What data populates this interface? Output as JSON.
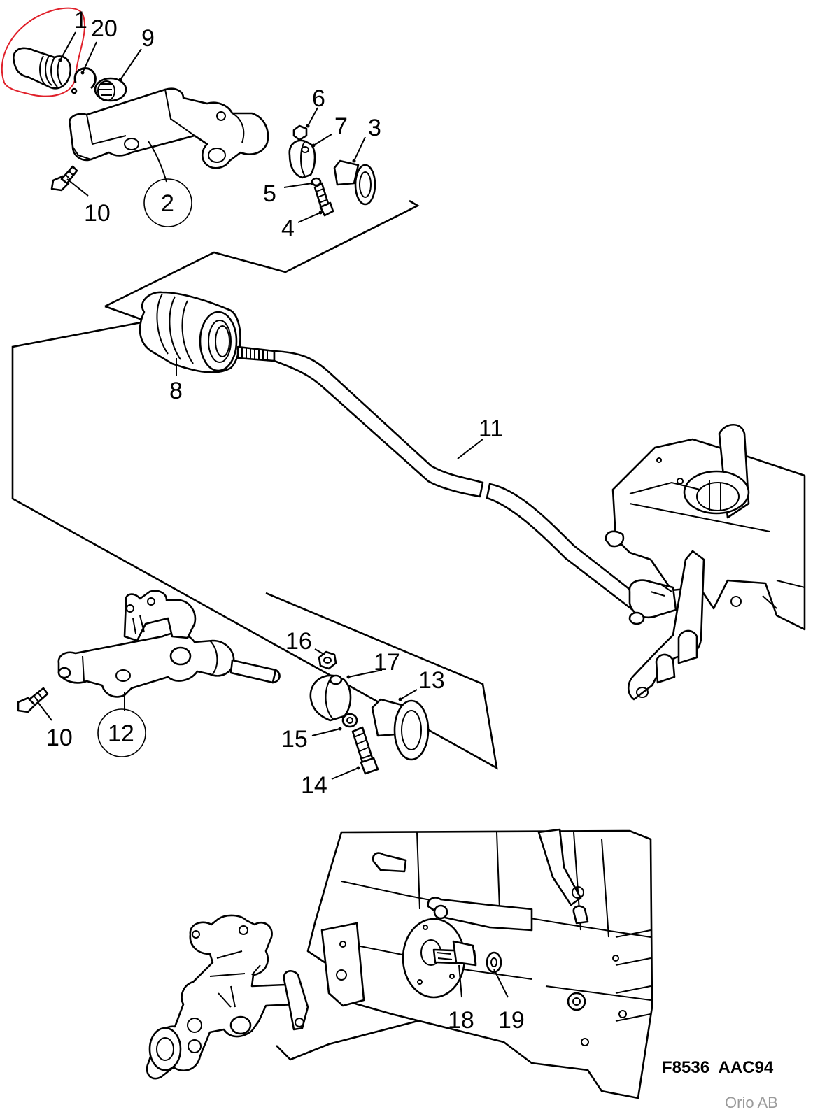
{
  "diagram": {
    "document_code": "F8536  AAC94",
    "credit": "Orio AB",
    "highlight_color": "#e0202a",
    "ink_color": "#000000",
    "callouts": [
      {
        "id": "c1",
        "text": "1"
      },
      {
        "id": "c20",
        "text": "20"
      },
      {
        "id": "c9",
        "text": "9"
      },
      {
        "id": "c6",
        "text": "6"
      },
      {
        "id": "c7",
        "text": "7"
      },
      {
        "id": "c3",
        "text": "3"
      },
      {
        "id": "c5",
        "text": "5"
      },
      {
        "id": "c4",
        "text": "4"
      },
      {
        "id": "c10a",
        "text": "10"
      },
      {
        "id": "c2",
        "text": "2",
        "circled": true
      },
      {
        "id": "c8",
        "text": "8"
      },
      {
        "id": "c11",
        "text": "11"
      },
      {
        "id": "c16",
        "text": "16"
      },
      {
        "id": "c17",
        "text": "17"
      },
      {
        "id": "c13",
        "text": "13"
      },
      {
        "id": "c15",
        "text": "15"
      },
      {
        "id": "c14",
        "text": "14"
      },
      {
        "id": "c10b",
        "text": "10"
      },
      {
        "id": "c12",
        "text": "12",
        "circled": true
      },
      {
        "id": "c18",
        "text": "18"
      },
      {
        "id": "c19",
        "text": "19"
      }
    ]
  }
}
